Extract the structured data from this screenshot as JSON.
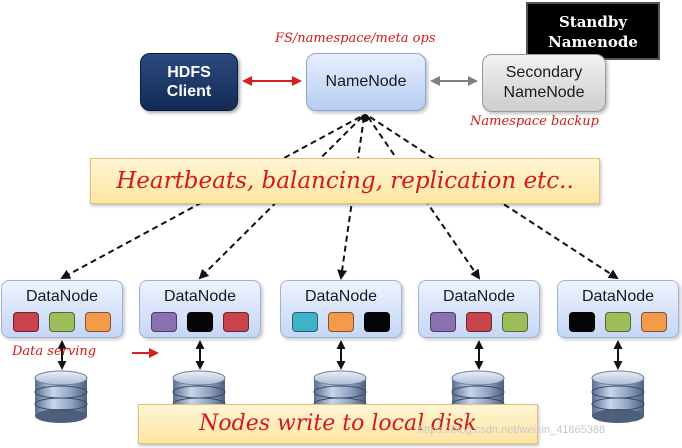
{
  "standby_namenode": {
    "line1": "Standby",
    "line2": "Namenode"
  },
  "hdfs_client": {
    "line1": "HDFS",
    "line2": "Client"
  },
  "namenode": {
    "label": "NameNode"
  },
  "secondary_namenode": {
    "line1": "Secondary",
    "line2": "NameNode"
  },
  "annotations": {
    "fs_ops": "FS/namespace/meta ops",
    "namespace_backup": "Namespace backup",
    "data_serving": "Data serving"
  },
  "banners": {
    "heartbeats": "Heartbeats, balancing, replication etc..",
    "local_disk": "Nodes write to local disk"
  },
  "datanodes": [
    {
      "label": "DataNode",
      "blocks": [
        "#c8444c",
        "#9dbd5a",
        "#f39a4b"
      ]
    },
    {
      "label": "DataNode",
      "blocks": [
        "#8a6fb1",
        "#050505",
        "#c8444c"
      ]
    },
    {
      "label": "DataNode",
      "blocks": [
        "#3fb2c9",
        "#f39a4b",
        "#050505"
      ]
    },
    {
      "label": "DataNode",
      "blocks": [
        "#8a6fb1",
        "#c8444c",
        "#9dbd5a"
      ]
    },
    {
      "label": "DataNode",
      "blocks": [
        "#050505",
        "#9dbd5a",
        "#f39a4b"
      ]
    }
  ],
  "watermark": "https://blog.csdn.net/weixin_41865388",
  "colors": {
    "client_arrow": "#d62020",
    "secondary_arrow": "#808080",
    "heartbeat_line": "#111111"
  }
}
